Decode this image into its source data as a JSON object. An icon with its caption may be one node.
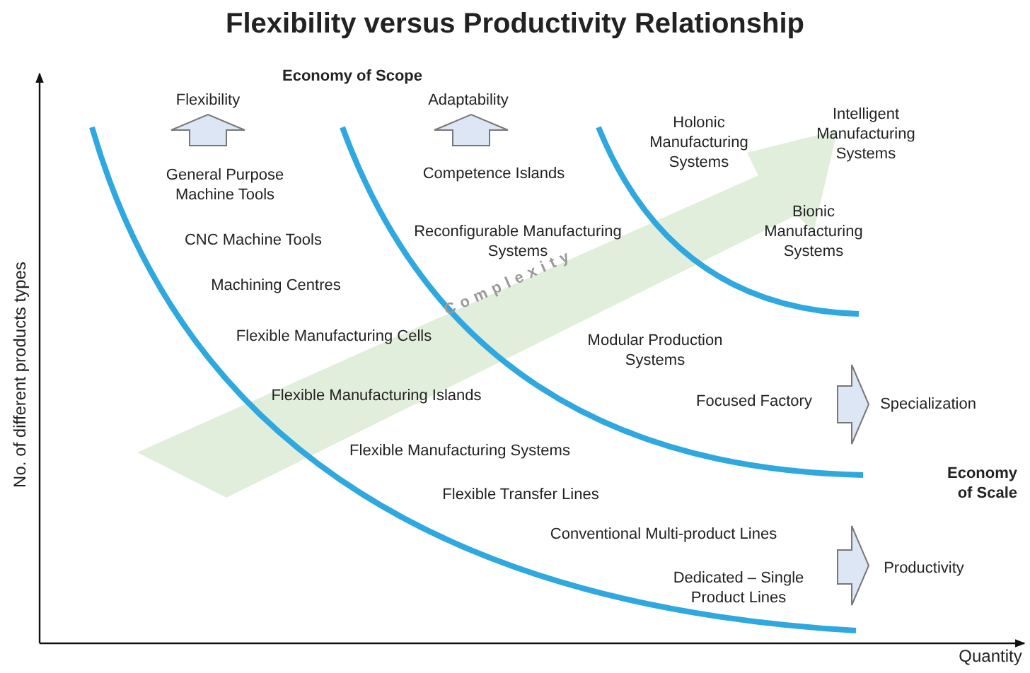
{
  "diagram": {
    "title": "Flexibility versus Productivity Relationship",
    "labels": [
      "No. of different products types",
      "Economy of Scope",
      "Flexibility",
      "Adaptability",
      "Holonic Manufacturing Systems",
      "Intelligent Manufacturing Systems",
      "General Purpose Machine Tools",
      "Competence Islands",
      "CNC Machine Tools",
      "Reconfigurable Manufacturing Systems",
      "Bionic Manufacturing Systems",
      "Complexity",
      "Machining Centres",
      "Flexible Manufacturing Cells",
      "Modular Production Systems",
      "Flexible Manufacturing Islands",
      "Focused Factory",
      "Specialization",
      "Flexible Manufacturing Systems",
      "Economy of Scale",
      "Flexible Transfer Lines",
      "Conventional Multi-product Lines",
      "Dedicated – Single Product Lines",
      "Productivity",
      "Quantity"
    ]
  }
}
